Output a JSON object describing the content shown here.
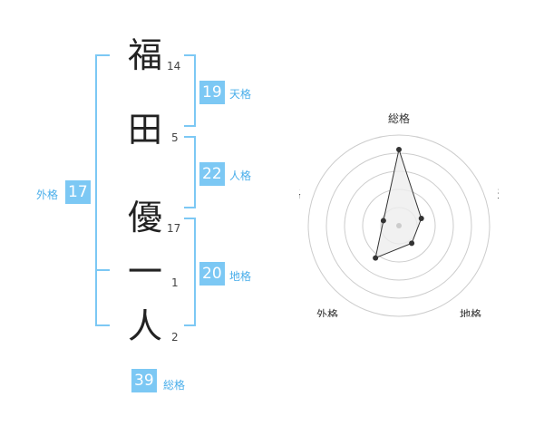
{
  "name": {
    "chars": [
      {
        "char": "福",
        "strokes": "14"
      },
      {
        "char": "田",
        "strokes": "5"
      },
      {
        "char": "優",
        "strokes": "17"
      },
      {
        "char": "一",
        "strokes": "1"
      },
      {
        "char": "人",
        "strokes": "2"
      }
    ]
  },
  "fortune": {
    "tenkaku": {
      "value": "19",
      "label": "天格"
    },
    "jinkaku": {
      "value": "22",
      "label": "人格"
    },
    "chikaku": {
      "value": "20",
      "label": "地格"
    },
    "gaikaku": {
      "value": "17",
      "label": "外格"
    },
    "soukaku": {
      "value": "39",
      "label": "総格"
    }
  },
  "radar": {
    "axes": [
      "総格",
      "天格",
      "地格",
      "外格",
      "人格"
    ],
    "values": [
      4.2,
      1.3,
      1.2,
      2.2,
      0.9
    ],
    "max": 5,
    "ring_color": "#cccccc",
    "fill_color": "#eeeeee",
    "line_color": "#333333"
  },
  "colors": {
    "accent": "#7cc8f4",
    "accent_text": "#4aaeea"
  }
}
